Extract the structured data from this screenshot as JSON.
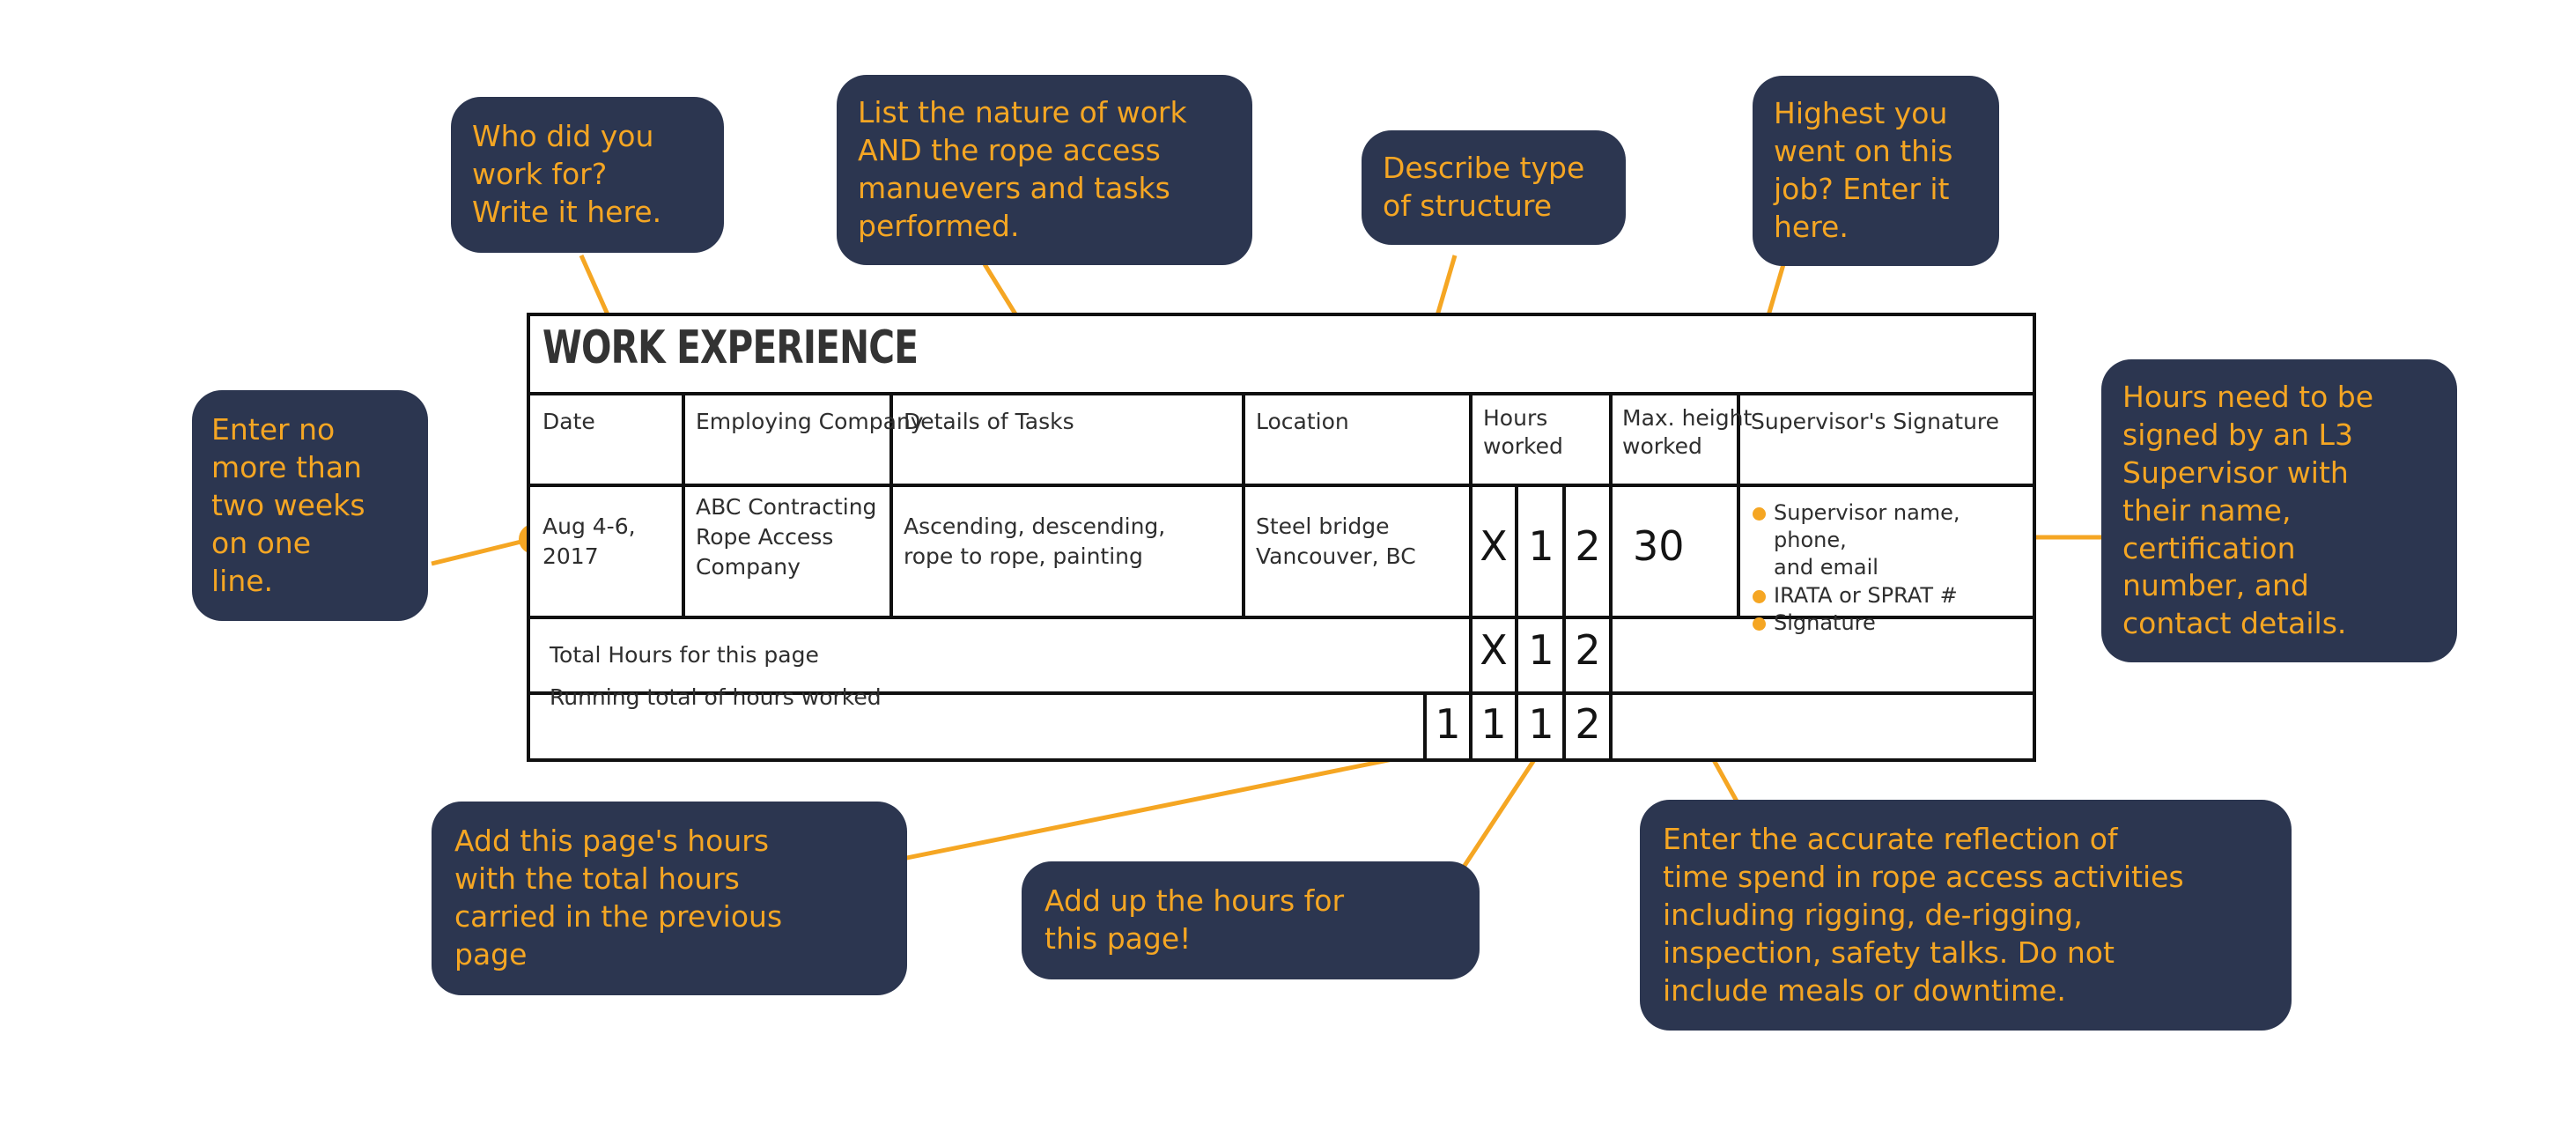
{
  "theme": {
    "bubble_bg": "#2c3650",
    "accent_orange": "#f5a623",
    "ink": "#2e2e2e",
    "page_bg": "#ffffff"
  },
  "form": {
    "title": "WORK EXPERIENCE",
    "headers": {
      "date": "Date",
      "company": "Employing Company",
      "tasks": "Details of Tasks",
      "location": "Location",
      "hours_worked": "Hours\nworked",
      "max_height": "Max. height\nworked",
      "supervisor": "Supervisor's Signature"
    },
    "entry_row": {
      "date": "Aug 4-6,\n2017",
      "company": "ABC Contracting\nRope Access\nCompany",
      "tasks": "Ascending, descending,\nrope to rope, painting",
      "location": "Steel bridge\nVancouver, BC",
      "hours_digits": [
        "X",
        "1",
        "2"
      ],
      "max_height": "30",
      "supervisor_bullets": [
        "Supervisor name, phone,\nand email",
        "IRATA or SPRAT #",
        "Signature"
      ]
    },
    "total_row": {
      "label": "Total Hours for this page",
      "digits": [
        "X",
        "1",
        "2"
      ]
    },
    "running_row": {
      "label": "Running total of hours worked",
      "digits": [
        "1",
        "1",
        "1",
        "2"
      ]
    }
  },
  "callouts": [
    {
      "id": "enter-no-more-than-two-weeks",
      "text": "Enter no\nmore than\ntwo weeks\non one\nline."
    },
    {
      "id": "who-did-you-work-for",
      "text": "Who did you\nwork for?\nWrite it here."
    },
    {
      "id": "list-nature-of-work",
      "text": "List the nature of work\nAND the rope access\nmanuevers and tasks\nperformed."
    },
    {
      "id": "describe-type-of-structure",
      "text": "Describe type\nof structure"
    },
    {
      "id": "highest-you-went",
      "text": "Highest you\nwent on this\njob? Enter it\nhere."
    },
    {
      "id": "hours-signed-by-l3",
      "text": "Hours need to be\nsigned by an L3\nSupervisor with\ntheir name,\ncertification\nnumber, and\ncontact details."
    },
    {
      "id": "add-page-hours-to-total",
      "text": "Add this page's hours\nwith the total hours\ncarried in the previous\npage"
    },
    {
      "id": "add-up-hours-this-page",
      "text": "Add up the hours for\nthis page!"
    },
    {
      "id": "accurate-reflection-of-time",
      "text": "Enter the accurate reflection of\ntime spend in rope access activities\nincluding rigging, de-rigging,\ninspection, safety talks. Do not\ninclude meals or downtime."
    }
  ]
}
